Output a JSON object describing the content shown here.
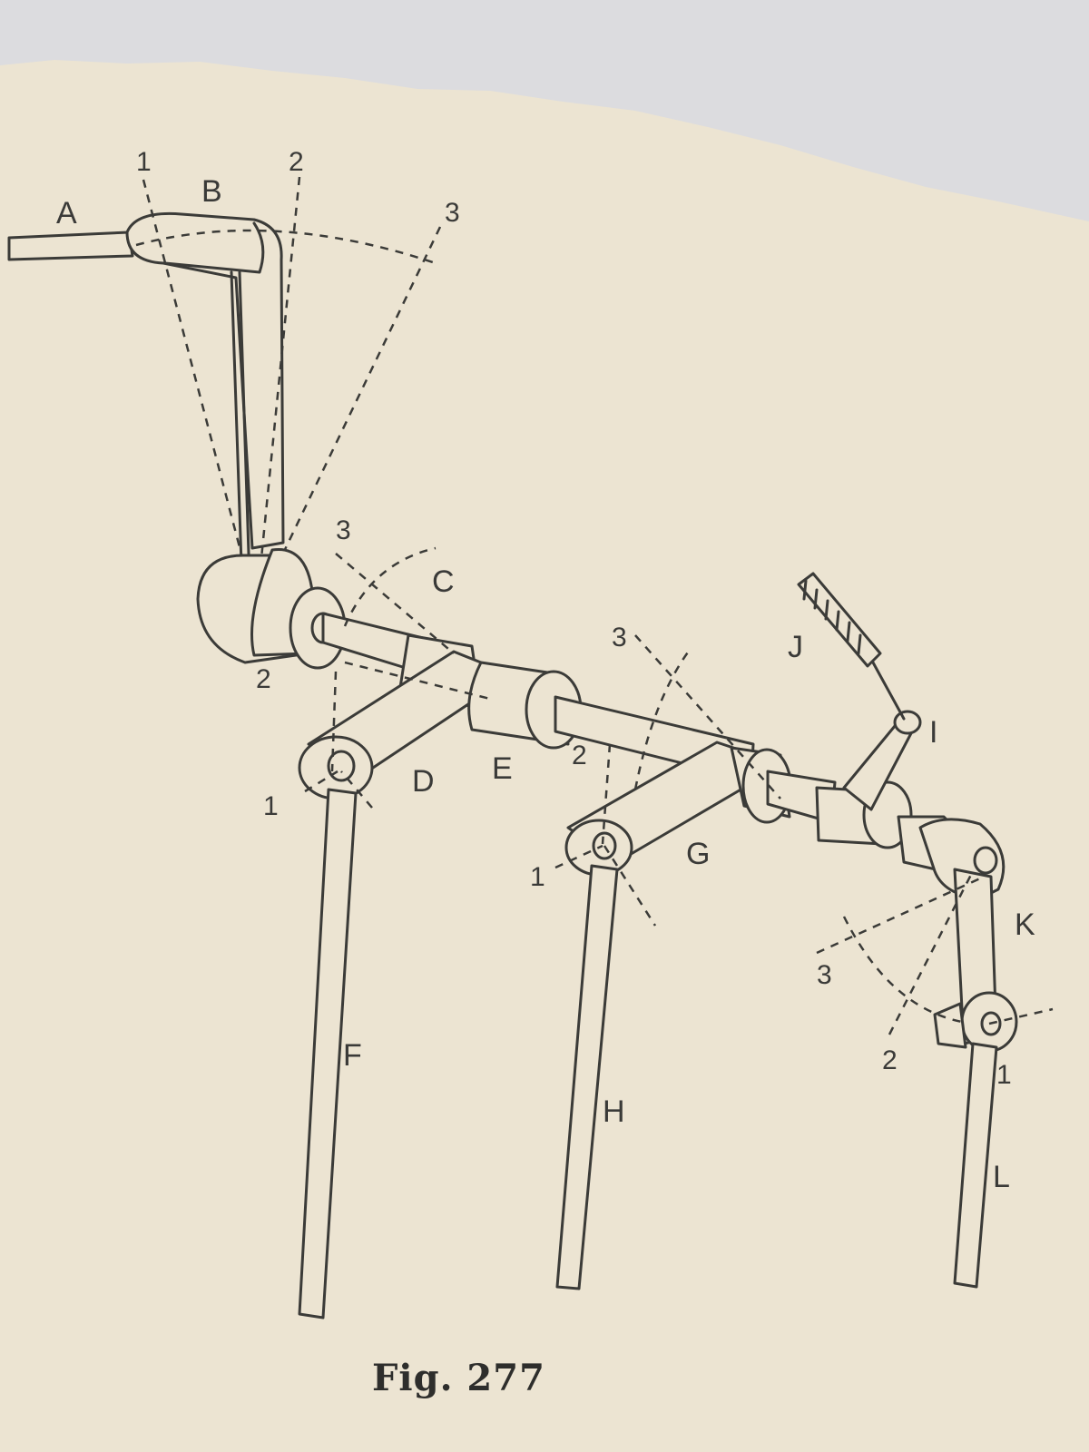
{
  "figure": {
    "caption": "Fig. 277",
    "parts": {
      "A": "A",
      "B": "B",
      "C": "C",
      "D": "D",
      "E": "E",
      "F": "F",
      "G": "G",
      "H": "H",
      "I": "I",
      "J": "J",
      "K": "K",
      "L": "L"
    },
    "positions": {
      "p1": "1",
      "p2": "2",
      "p3": "3"
    }
  }
}
